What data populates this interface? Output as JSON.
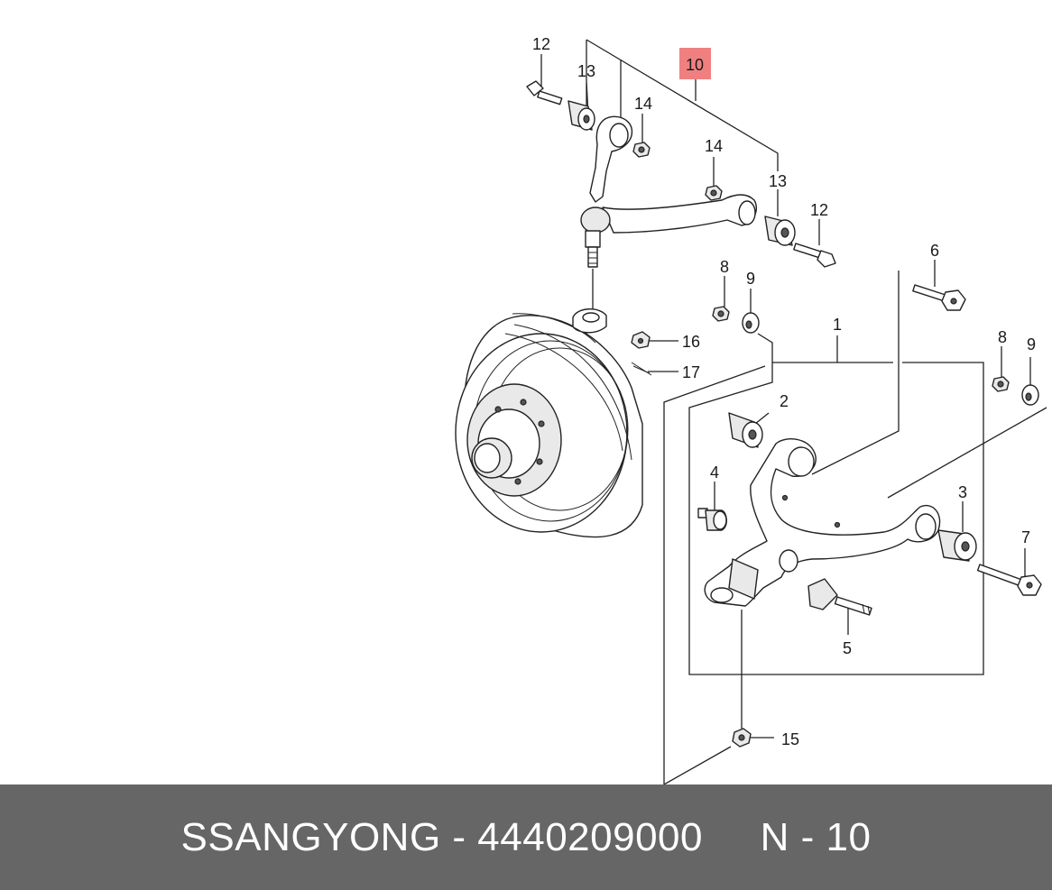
{
  "footer": {
    "brand": "SSANGYONG",
    "part_number": "4440209000",
    "separator": " - ",
    "gap": "     ",
    "diagram_ref": "N - 10"
  },
  "highlight_color": "#f08080",
  "callouts": {
    "c12a": "12",
    "c13a": "13",
    "c10": "10",
    "c14a": "14",
    "c14b": "14",
    "c13b": "13",
    "c12b": "12",
    "c6": "6",
    "c8a": "8",
    "c9a": "9",
    "c1": "1",
    "c8b": "8",
    "c9b": "9",
    "c16": "16",
    "c17": "17",
    "c2": "2",
    "c4": "4",
    "c3": "3",
    "c7": "7",
    "c5": "5",
    "c15": "15"
  }
}
